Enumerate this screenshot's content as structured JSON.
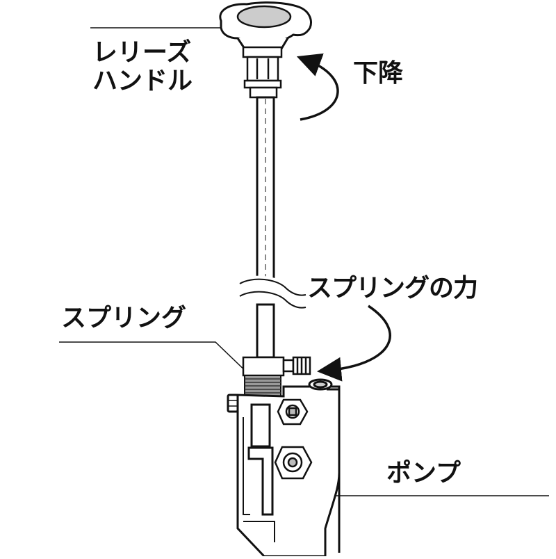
{
  "labels": {
    "release_handle_line1": "レリーズ",
    "release_handle_line2": "ハンドル",
    "lower": "下降",
    "spring_force": "スプリングの力",
    "spring": "スプリング",
    "pump": "ポンプ"
  },
  "colors": {
    "stroke": "#111111",
    "fill": "#ffffff",
    "shade": "#cccccc"
  }
}
